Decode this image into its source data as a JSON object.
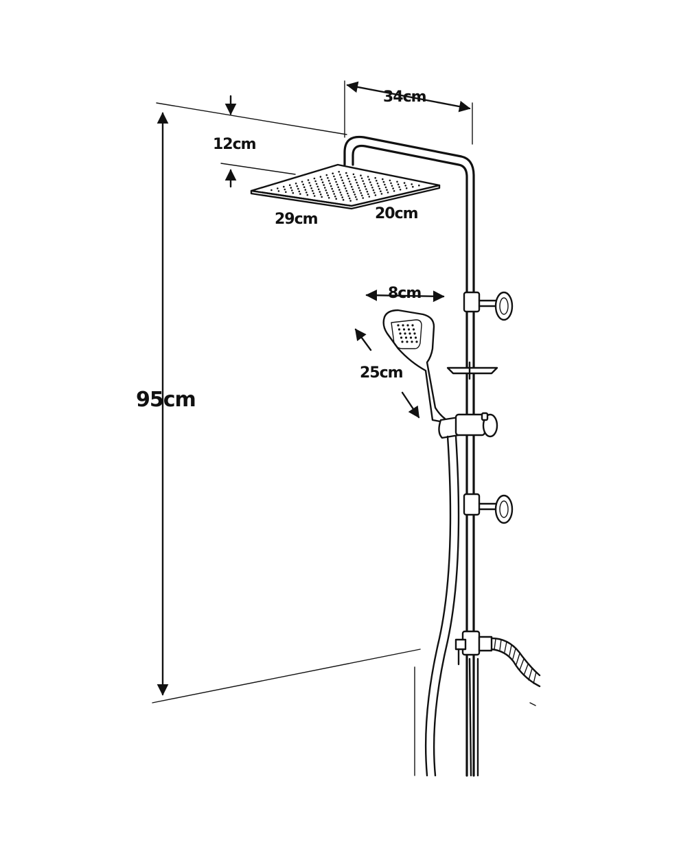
{
  "diagram": {
    "labels": {
      "height_overall": "95cm",
      "arm_length": "34cm",
      "head_offset": "12cm",
      "head_width": "29cm",
      "head_depth": "20cm",
      "handshower_width": "8cm",
      "handshower_length": "25cm"
    },
    "colors": {
      "ink": "#111111",
      "background": "#ffffff"
    }
  }
}
